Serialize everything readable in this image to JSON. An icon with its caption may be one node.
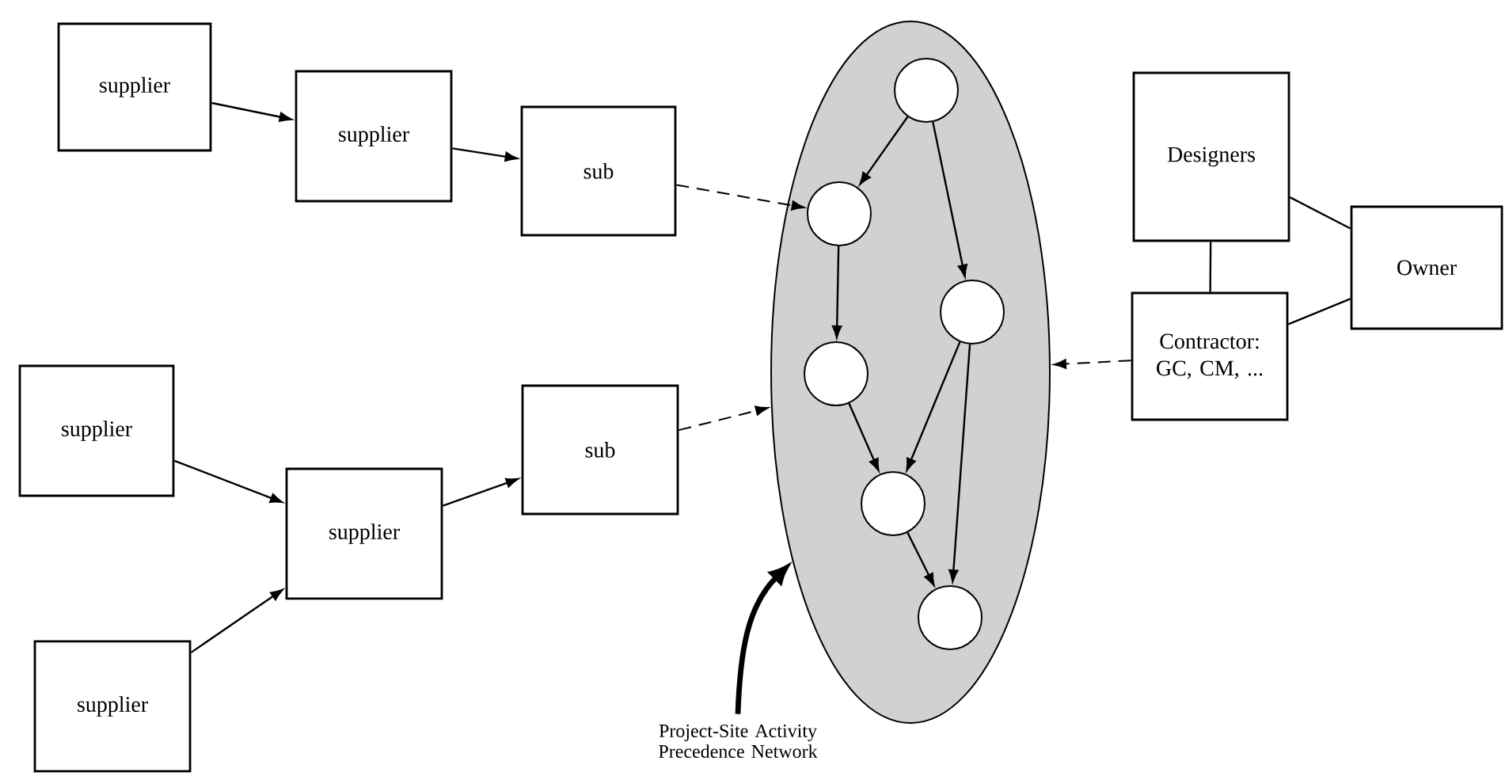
{
  "diagram": {
    "nodes": [
      {
        "text": [
          "supplier"
        ]
      },
      {
        "text": [
          "supplier"
        ]
      },
      {
        "text": [
          "sub"
        ]
      },
      {
        "text": [
          "supplier"
        ]
      },
      {
        "text": [
          "supplier"
        ]
      },
      {
        "text": [
          "sub"
        ]
      },
      {
        "text": [
          "supplier"
        ]
      },
      {
        "text": [],
        "shape": "ellipse"
      },
      {
        "text": [],
        "shape": "circle",
        "in": 7
      },
      {
        "text": [],
        "shape": "circle",
        "in": 7
      },
      {
        "text": [],
        "shape": "circle",
        "in": 7
      },
      {
        "text": [],
        "shape": "circle",
        "in": 7
      },
      {
        "text": [],
        "shape": "circle",
        "in": 7
      },
      {
        "text": [],
        "shape": "circle",
        "in": 7
      },
      {
        "text": [
          "Designers"
        ]
      },
      {
        "text": [
          "Contractor: GC, CM, ..."
        ]
      },
      {
        "text": [
          "Owner"
        ]
      },
      {
        "text": [
          "Project-Site Activity Precedence Network"
        ]
      }
    ],
    "edges": [
      {
        "from": 0,
        "to": 1,
        "arrow": "to"
      },
      {
        "from": 1,
        "to": 2,
        "arrow": "to"
      },
      {
        "from": 3,
        "to": 4,
        "arrow": "to"
      },
      {
        "from": 6,
        "to": 4,
        "arrow": "to"
      },
      {
        "from": 4,
        "to": 5,
        "arrow": "to"
      },
      {
        "from": 2,
        "to": 9,
        "arrow": "to",
        "style": "dashed"
      },
      {
        "from": 5,
        "to": 7,
        "arrow": "to",
        "style": "dashed"
      },
      {
        "from": 8,
        "to": 9,
        "arrow": "to"
      },
      {
        "from": 8,
        "to": 10,
        "arrow": "to"
      },
      {
        "from": 9,
        "to": 11,
        "arrow": "to"
      },
      {
        "from": 11,
        "to": 12,
        "arrow": "to"
      },
      {
        "from": 10,
        "to": 12,
        "arrow": "to"
      },
      {
        "from": 10,
        "to": 13,
        "arrow": "to"
      },
      {
        "from": 12,
        "to": 13,
        "arrow": "to"
      },
      {
        "from": 14,
        "to": 15,
        "arrow": "none"
      },
      {
        "from": 14,
        "to": 16,
        "arrow": "none"
      },
      {
        "from": 15,
        "to": 16,
        "arrow": "none"
      },
      {
        "from": 15,
        "to": 7,
        "arrow": "to",
        "style": "dashed"
      },
      {
        "from": 17,
        "to": 7,
        "arrow": "to",
        "style": "thick"
      }
    ]
  }
}
